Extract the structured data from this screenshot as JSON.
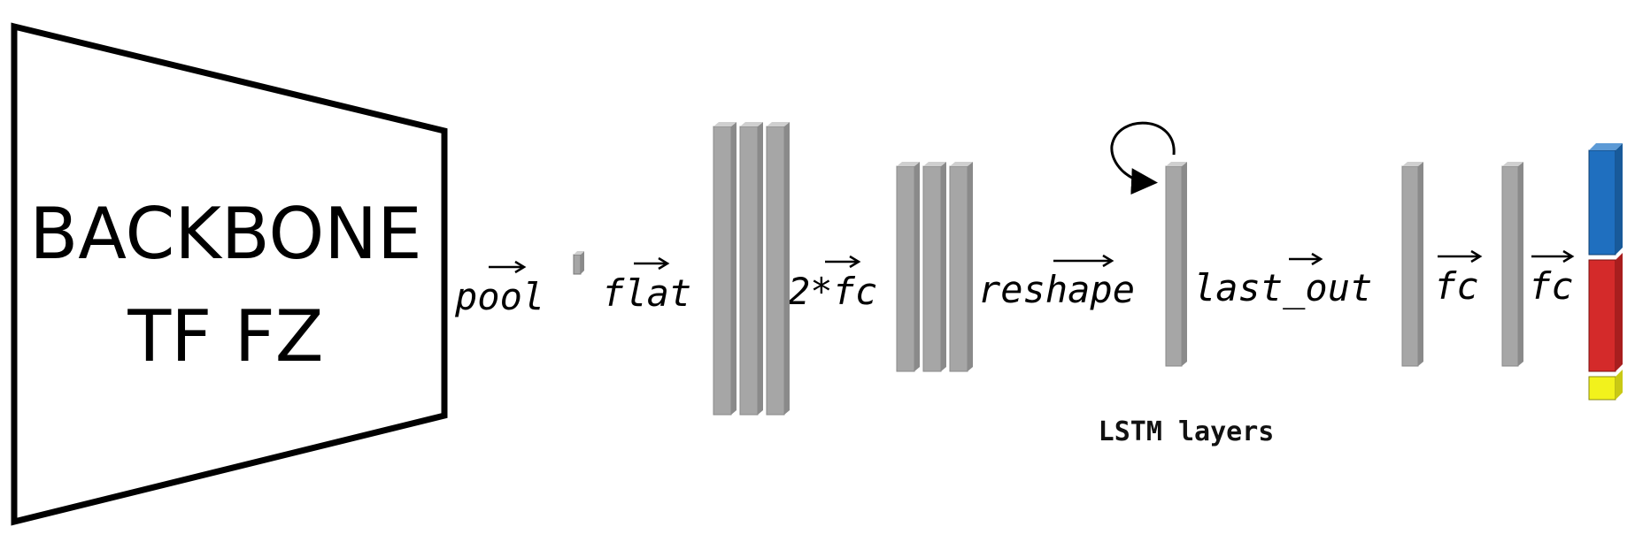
{
  "backbone": {
    "line1": "BACKBONE",
    "line2": "TF FZ"
  },
  "operations": {
    "pool": "pool",
    "flat": "flat",
    "fc2": "2*fc",
    "reshape": "reshape",
    "last_out": "last_out",
    "fc_a": "fc",
    "fc_b": "fc"
  },
  "caption": "LSTM layers",
  "colors": {
    "layer_face": "#a6a6a6",
    "layer_side": "#8a8a8a",
    "layer_top": "#cfcfcf",
    "outline": "#000000",
    "output_blue": "#1f6fbf",
    "output_red": "#d42a2a",
    "output_yellow": "#f2f21c"
  },
  "icons": {
    "vector_arrow": "right-arrow-accent",
    "recurrence": "loop-arrow-icon"
  }
}
